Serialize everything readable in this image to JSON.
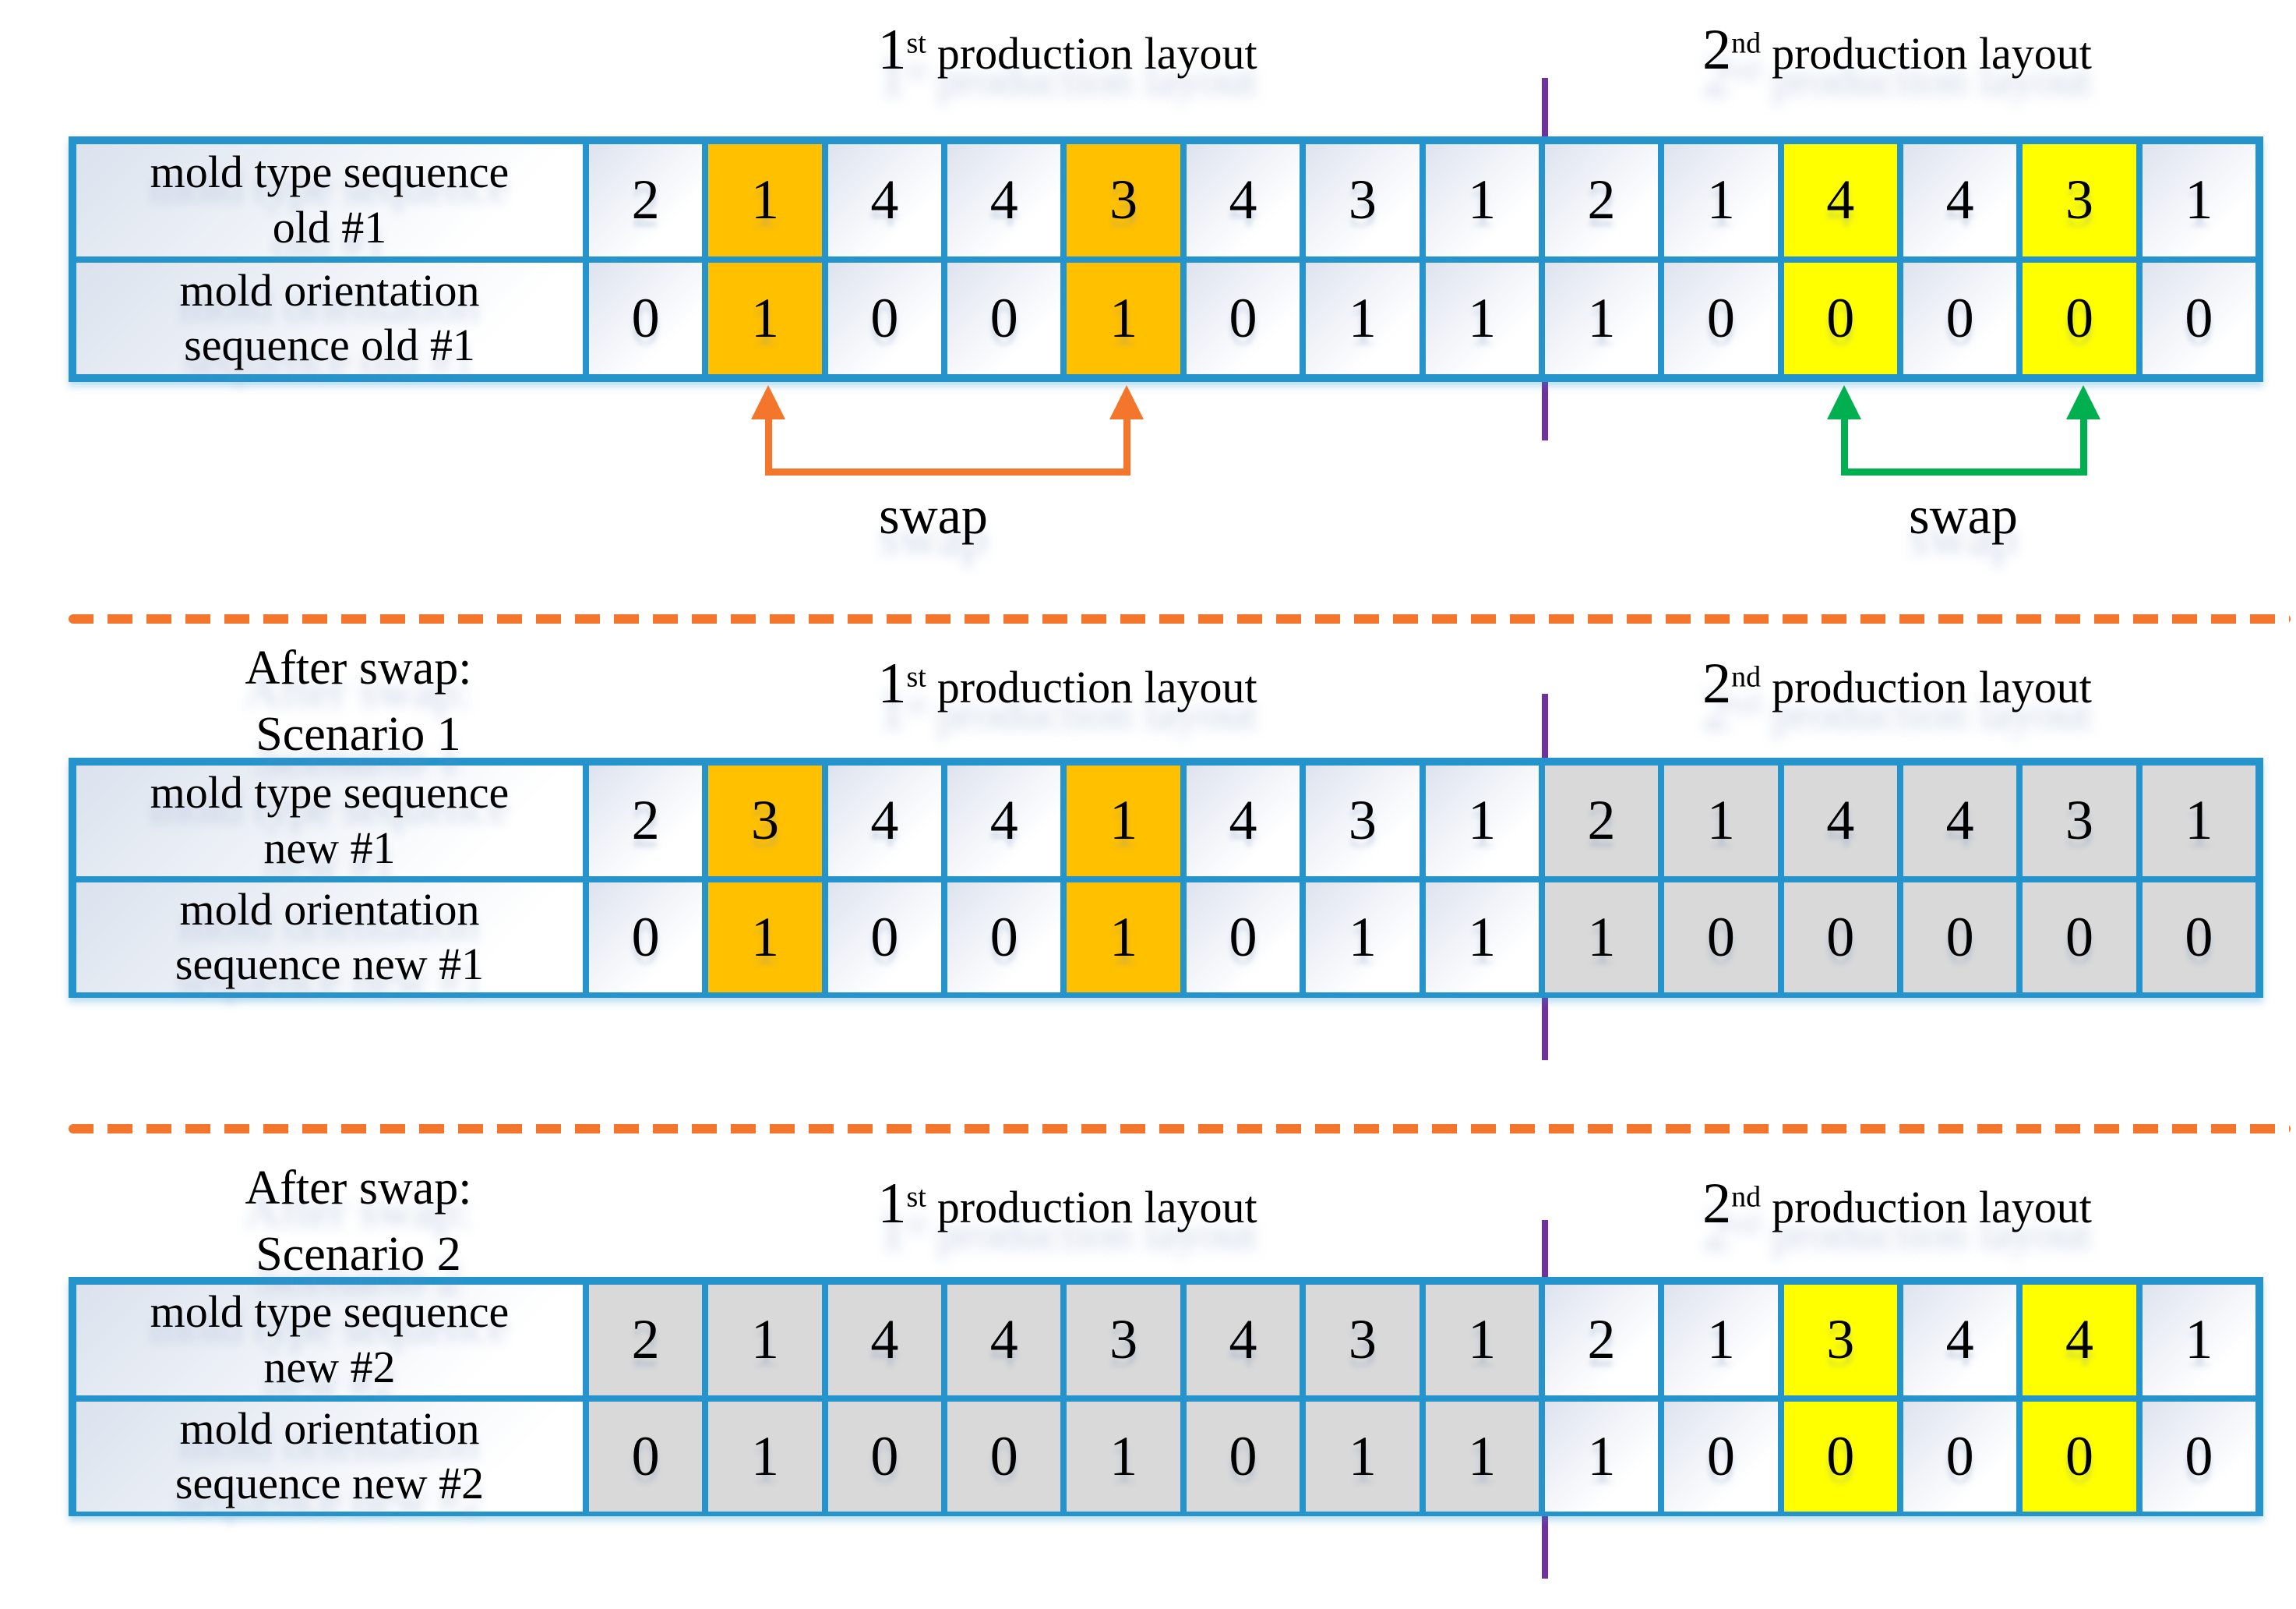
{
  "colors": {
    "table_border_blue": "#2694CC",
    "highlight_orange": "#FFC000",
    "highlight_yellow": "#FFFF00",
    "highlight_gray": "#D9D9D9",
    "swap_arrow_orange": "#F4752C",
    "swap_arrow_green": "#00B050",
    "dashed_divider_orange": "#F4752C",
    "layout_divider_purple": "#7030A0"
  },
  "sections": [
    {
      "id": "original",
      "header_left": {
        "ordinal": "1",
        "suffix": "st",
        "text": "production layout"
      },
      "header_right": {
        "ordinal": "2",
        "suffix": "nd",
        "text": "production layout"
      },
      "rows": [
        {
          "label_lines": [
            "mold type sequence",
            "old #1"
          ],
          "values": [
            "2",
            "1",
            "4",
            "4",
            "3",
            "4",
            "3",
            "1",
            "2",
            "1",
            "4",
            "4",
            "3",
            "1"
          ],
          "highlights": {
            "orange": [
              1,
              4
            ],
            "yellow": [
              10,
              12
            ]
          }
        },
        {
          "label_lines": [
            "mold orientation",
            "sequence old #1"
          ],
          "values": [
            "0",
            "1",
            "0",
            "0",
            "1",
            "0",
            "1",
            "1",
            "1",
            "0",
            "0",
            "0",
            "0",
            "0"
          ],
          "highlights": {
            "orange": [
              1,
              4
            ],
            "yellow": [
              10,
              12
            ]
          }
        }
      ],
      "swap_labels": {
        "left": "swap",
        "right": "swap"
      }
    },
    {
      "id": "scenario-1",
      "title_lines": [
        "After swap:",
        "Scenario 1"
      ],
      "header_left": {
        "ordinal": "1",
        "suffix": "st",
        "text": "production layout"
      },
      "header_right": {
        "ordinal": "2",
        "suffix": "nd",
        "text": "production layout"
      },
      "rows": [
        {
          "label_lines": [
            "mold type sequence",
            "new #1"
          ],
          "values": [
            "2",
            "3",
            "4",
            "4",
            "1",
            "4",
            "3",
            "1",
            "2",
            "1",
            "4",
            "4",
            "3",
            "1"
          ],
          "highlights": {
            "orange": [
              1,
              4
            ],
            "gray": [
              8,
              9,
              10,
              11,
              12,
              13
            ]
          }
        },
        {
          "label_lines": [
            "mold orientation",
            "sequence new #1"
          ],
          "values": [
            "0",
            "1",
            "0",
            "0",
            "1",
            "0",
            "1",
            "1",
            "1",
            "0",
            "0",
            "0",
            "0",
            "0"
          ],
          "highlights": {
            "orange": [
              1,
              4
            ],
            "gray": [
              8,
              9,
              10,
              11,
              12,
              13
            ]
          }
        }
      ]
    },
    {
      "id": "scenario-2",
      "title_lines": [
        "After swap:",
        "Scenario 2"
      ],
      "header_left": {
        "ordinal": "1",
        "suffix": "st",
        "text": "production layout"
      },
      "header_right": {
        "ordinal": "2",
        "suffix": "nd",
        "text": "production layout"
      },
      "rows": [
        {
          "label_lines": [
            "mold type sequence",
            "new #2"
          ],
          "values": [
            "2",
            "1",
            "4",
            "4",
            "3",
            "4",
            "3",
            "1",
            "2",
            "1",
            "3",
            "4",
            "4",
            "1"
          ],
          "highlights": {
            "gray": [
              0,
              1,
              2,
              3,
              4,
              5,
              6,
              7
            ],
            "yellow": [
              10,
              12
            ]
          }
        },
        {
          "label_lines": [
            "mold orientation",
            "sequence new #2"
          ],
          "values": [
            "0",
            "1",
            "0",
            "0",
            "1",
            "0",
            "1",
            "1",
            "1",
            "0",
            "0",
            "0",
            "0",
            "0"
          ],
          "highlights": {
            "gray": [
              0,
              1,
              2,
              3,
              4,
              5,
              6,
              7
            ],
            "yellow": [
              10,
              12
            ]
          }
        }
      ]
    }
  ]
}
